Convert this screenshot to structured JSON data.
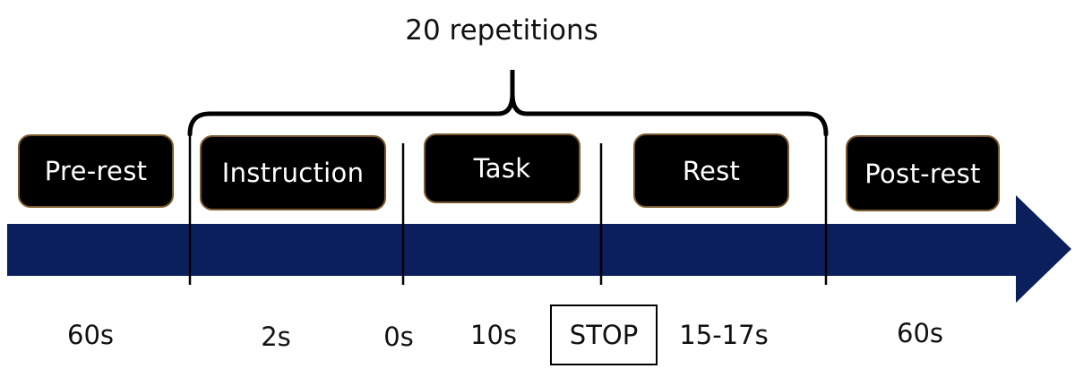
{
  "title": "20 repetitions",
  "phases": {
    "pre_rest": "Pre-rest",
    "instruction": "Instruction",
    "task": "Task",
    "rest": "Rest",
    "post_rest": "Post-rest"
  },
  "durations": {
    "pre_rest": "60s",
    "instruction": "2s",
    "task_onset": "0s",
    "task_end": "10s",
    "stop": "STOP",
    "rest": "15-17s",
    "post_rest": "60s"
  },
  "colors": {
    "arrow": "#0b1f5c",
    "box_fill": "#000000",
    "box_border": "#7a5a2c",
    "box_text": "#ffffff",
    "line": "#000000"
  }
}
